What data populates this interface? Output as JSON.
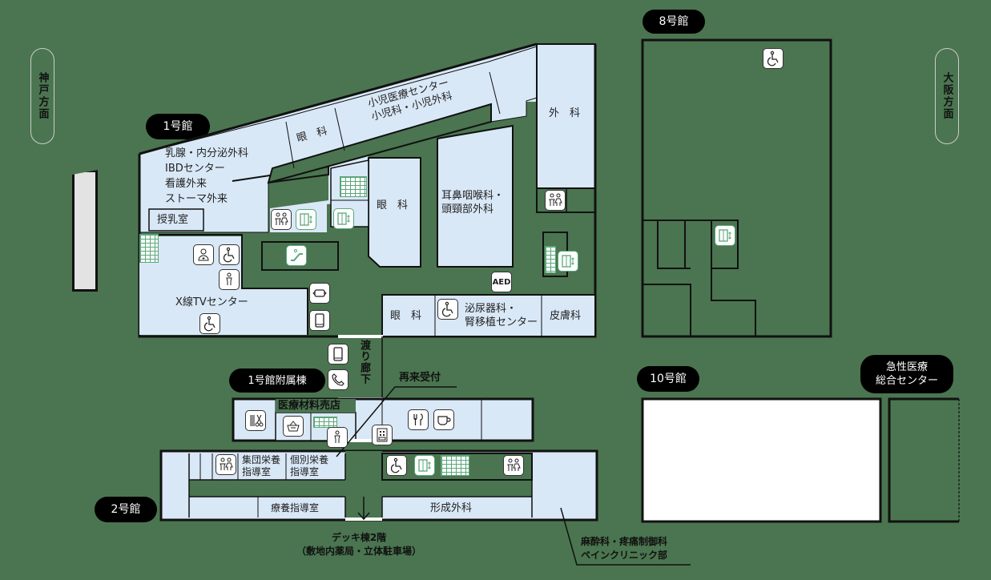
{
  "directions": {
    "kobe": "神戸方面",
    "osaka": "大阪方面"
  },
  "buildings": {
    "b1": "1号館",
    "b1_annex": "1号館附属棟",
    "b2": "2号館",
    "b8": "8号館",
    "b10": "10号館",
    "emergency": "急性医療\n総合センター"
  },
  "rooms": {
    "breast": [
      "乳腺・内分泌外科",
      "IBDセンター",
      "看護外来",
      "ストーマ外来"
    ],
    "nursing": "授乳室",
    "ophthalmology_top": "眼　科",
    "pediatrics": [
      "小児医療センター",
      "小児科・小児外科"
    ],
    "surgery": "外　科",
    "ophthalmology_mid": "眼　科",
    "ent": [
      "耳鼻咽喉科・",
      "頭頸部外科"
    ],
    "xray": "X線TVセンター",
    "ophthalmology_bottom": "眼　科",
    "urology": [
      "泌尿器科・",
      "腎移植センター"
    ],
    "dermatology": "皮膚科",
    "shop": "医療材料売店",
    "group_nutrition": [
      "集団栄養",
      "指導室"
    ],
    "individual_nutrition": [
      "個別栄養",
      "指導室"
    ],
    "therapy_guidance": "療養指導室",
    "plastic_surgery": "形成外科"
  },
  "annotations": {
    "corridor": "渡り廊下",
    "reception": "再来受付",
    "deck": [
      "デッキ棟2階",
      "（敷地内薬局・立体駐車場）"
    ],
    "anesthesia": [
      "麻酔科・疼痛制御科",
      "ペインクリニック部"
    ],
    "aed": "AED"
  },
  "icons": [
    "wheelchair-icon",
    "restroom-icon",
    "elevator-icon",
    "stairs-icon",
    "escalator-icon",
    "phone-icon",
    "mobile-icon",
    "aed-icon",
    "barber-icon",
    "shop-basket-icon",
    "restaurant-icon",
    "cafe-icon",
    "atm-icon",
    "baby-changing-icon",
    "nurse-icon"
  ],
  "colors": {
    "background": "#4a7550",
    "room": "#d9e8f7",
    "accent_green": "#5aa77a",
    "wall": "#111111"
  }
}
